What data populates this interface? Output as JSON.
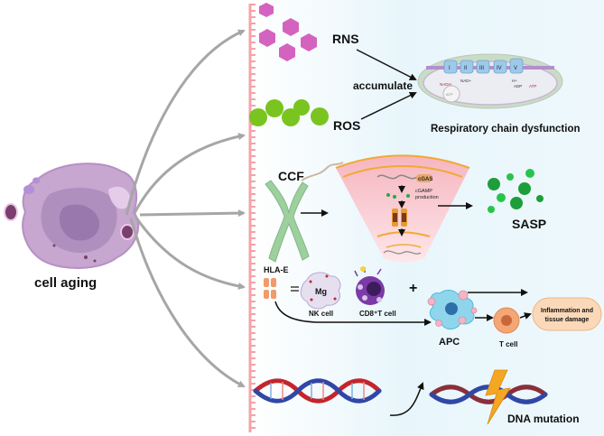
{
  "labels": {
    "cell_aging": "cell aging",
    "rns": "RNS",
    "ros": "ROS",
    "accumulate": "accumulate",
    "respiratory": "Respiratory chain dysfunction",
    "ccf": "CCF",
    "cgas": "cGAS",
    "cgamp": "cGAMP",
    "production": "production",
    "sasp": "SASP",
    "hla_e": "HLA-E",
    "mg": "Mg",
    "nk_cell": "NK cell",
    "cd8_cell": "CD8⁺T cell",
    "plus": "+",
    "apc": "APC",
    "t_cell": "T cell",
    "inflammation_line1": "Inflammation and",
    "inflammation_line2": "tissue damage",
    "dna_mutation": "DNA mutation",
    "complex_I": "I",
    "complex_II": "II",
    "complex_III": "III",
    "complex_IV": "IV",
    "complex_V": "V",
    "nadh": "NADH",
    "nad": "NAD+",
    "adp": "ADP",
    "atp": "ATP",
    "h_plus": "H+"
  },
  "colors": {
    "rns": "#d463c0",
    "ros": "#7ac41f",
    "sasp": "#1e9e3a",
    "membrane": "#f4a3a8",
    "arrow_gray": "#a6a6a6",
    "cell": "#b48ac4",
    "chromosome": "#9ecf9e",
    "inflammation_box": "#fbd9b8",
    "dna_blue": "#3147a6",
    "dna_red": "#c4252b",
    "lightning": "#f5a623"
  }
}
